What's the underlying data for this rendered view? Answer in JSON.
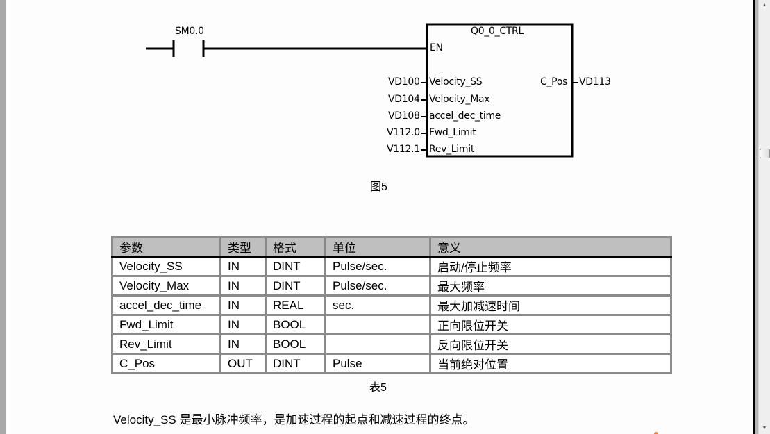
{
  "diagram": {
    "contact_label": "SM0.0",
    "block_title": "Q0_0_CTRL",
    "enable_pin": "EN",
    "inputs": [
      {
        "operand": "VD100",
        "pin": "Velocity_SS"
      },
      {
        "operand": "VD104",
        "pin": "Velocity_Max"
      },
      {
        "operand": "VD108",
        "pin": "accel_dec_time"
      },
      {
        "operand": "V112.0",
        "pin": "Fwd_Limit"
      },
      {
        "operand": "V112.1",
        "pin": "Rev_Limit"
      }
    ],
    "outputs": [
      {
        "pin": "C_Pos",
        "operand": "VD113"
      }
    ],
    "caption": "图5"
  },
  "table": {
    "headers": [
      "参数",
      "类型",
      "格式",
      "单位",
      "意义"
    ],
    "rows": [
      [
        "Velocity_SS",
        "IN",
        "DINT",
        "Pulse/sec.",
        "启动/停止频率"
      ],
      [
        "Velocity_Max",
        "IN",
        "DINT",
        "Pulse/sec.",
        "最大频率"
      ],
      [
        "accel_dec_time",
        "IN",
        "REAL",
        "sec.",
        "最大加减速时间"
      ],
      [
        "Fwd_Limit",
        "IN",
        "BOOL",
        "",
        "正向限位开关"
      ],
      [
        "Rev_Limit",
        "IN",
        "BOOL",
        "",
        "反向限位开关"
      ],
      [
        "C_Pos",
        "OUT",
        "DINT",
        "Pulse",
        "当前绝对位置"
      ]
    ],
    "caption": "表5"
  },
  "paragraph": "Velocity_SS 是最小脉冲频率，是加速过程的起点和减速过程的终点。",
  "scrollbar": {
    "up_icon": "▲",
    "down_icon": "▼"
  }
}
